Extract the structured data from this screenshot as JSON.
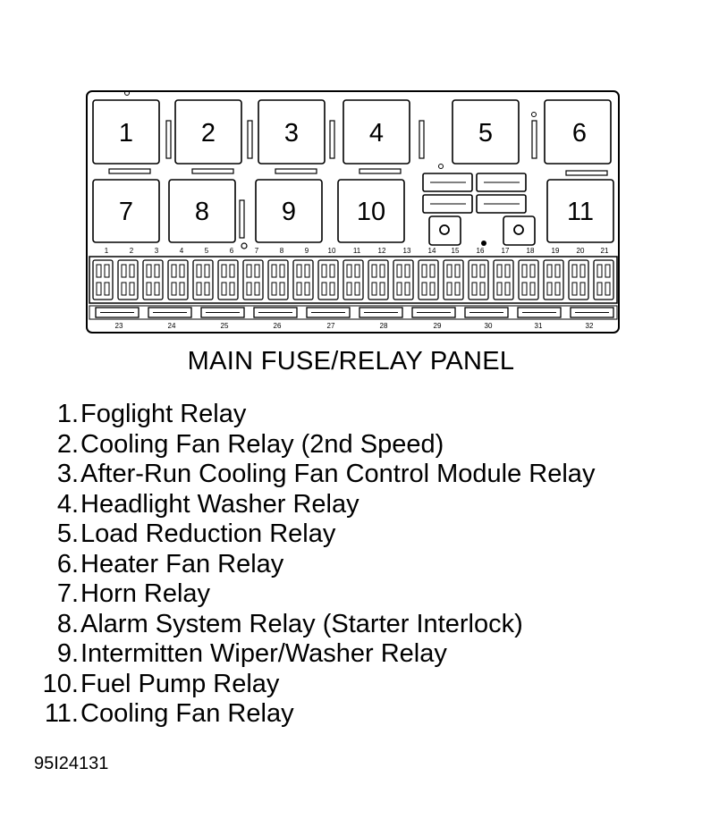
{
  "title": "MAIN FUSE/RELAY PANEL",
  "figure_code": "95I24131",
  "relays": [
    {
      "number": "1"
    },
    {
      "number": "2"
    },
    {
      "number": "3"
    },
    {
      "number": "4"
    },
    {
      "number": "5"
    },
    {
      "number": "6"
    },
    {
      "number": "7"
    },
    {
      "number": "8"
    },
    {
      "number": "9"
    },
    {
      "number": "10"
    },
    {
      "number": "11"
    }
  ],
  "fuse_positions_top": [
    "1",
    "2",
    "3",
    "4",
    "5",
    "6",
    "7",
    "8",
    "9",
    "10",
    "11",
    "12",
    "13",
    "14",
    "15",
    "16",
    "17",
    "18",
    "19",
    "20",
    "21"
  ],
  "fuse_positions_bottom": [
    "23",
    "24",
    "25",
    "26",
    "27",
    "28",
    "29",
    "30",
    "31",
    "32"
  ],
  "legend": [
    {
      "number": "1.",
      "label": "Foglight Relay"
    },
    {
      "number": "2.",
      "label": "Cooling Fan Relay (2nd Speed)"
    },
    {
      "number": "3.",
      "label": "After-Run Cooling Fan Control Module Relay"
    },
    {
      "number": "4.",
      "label": "Headlight Washer Relay"
    },
    {
      "number": "5.",
      "label": "Load Reduction Relay"
    },
    {
      "number": "6.",
      "label": "Heater Fan Relay"
    },
    {
      "number": "7.",
      "label": "Horn Relay"
    },
    {
      "number": "8.",
      "label": "Alarm System Relay (Starter Interlock)"
    },
    {
      "number": "9.",
      "label": "Intermitten Wiper/Washer Relay"
    },
    {
      "number": "10.",
      "label": "Fuel Pump Relay"
    },
    {
      "number": "11.",
      "label": "Cooling Fan Relay"
    }
  ]
}
